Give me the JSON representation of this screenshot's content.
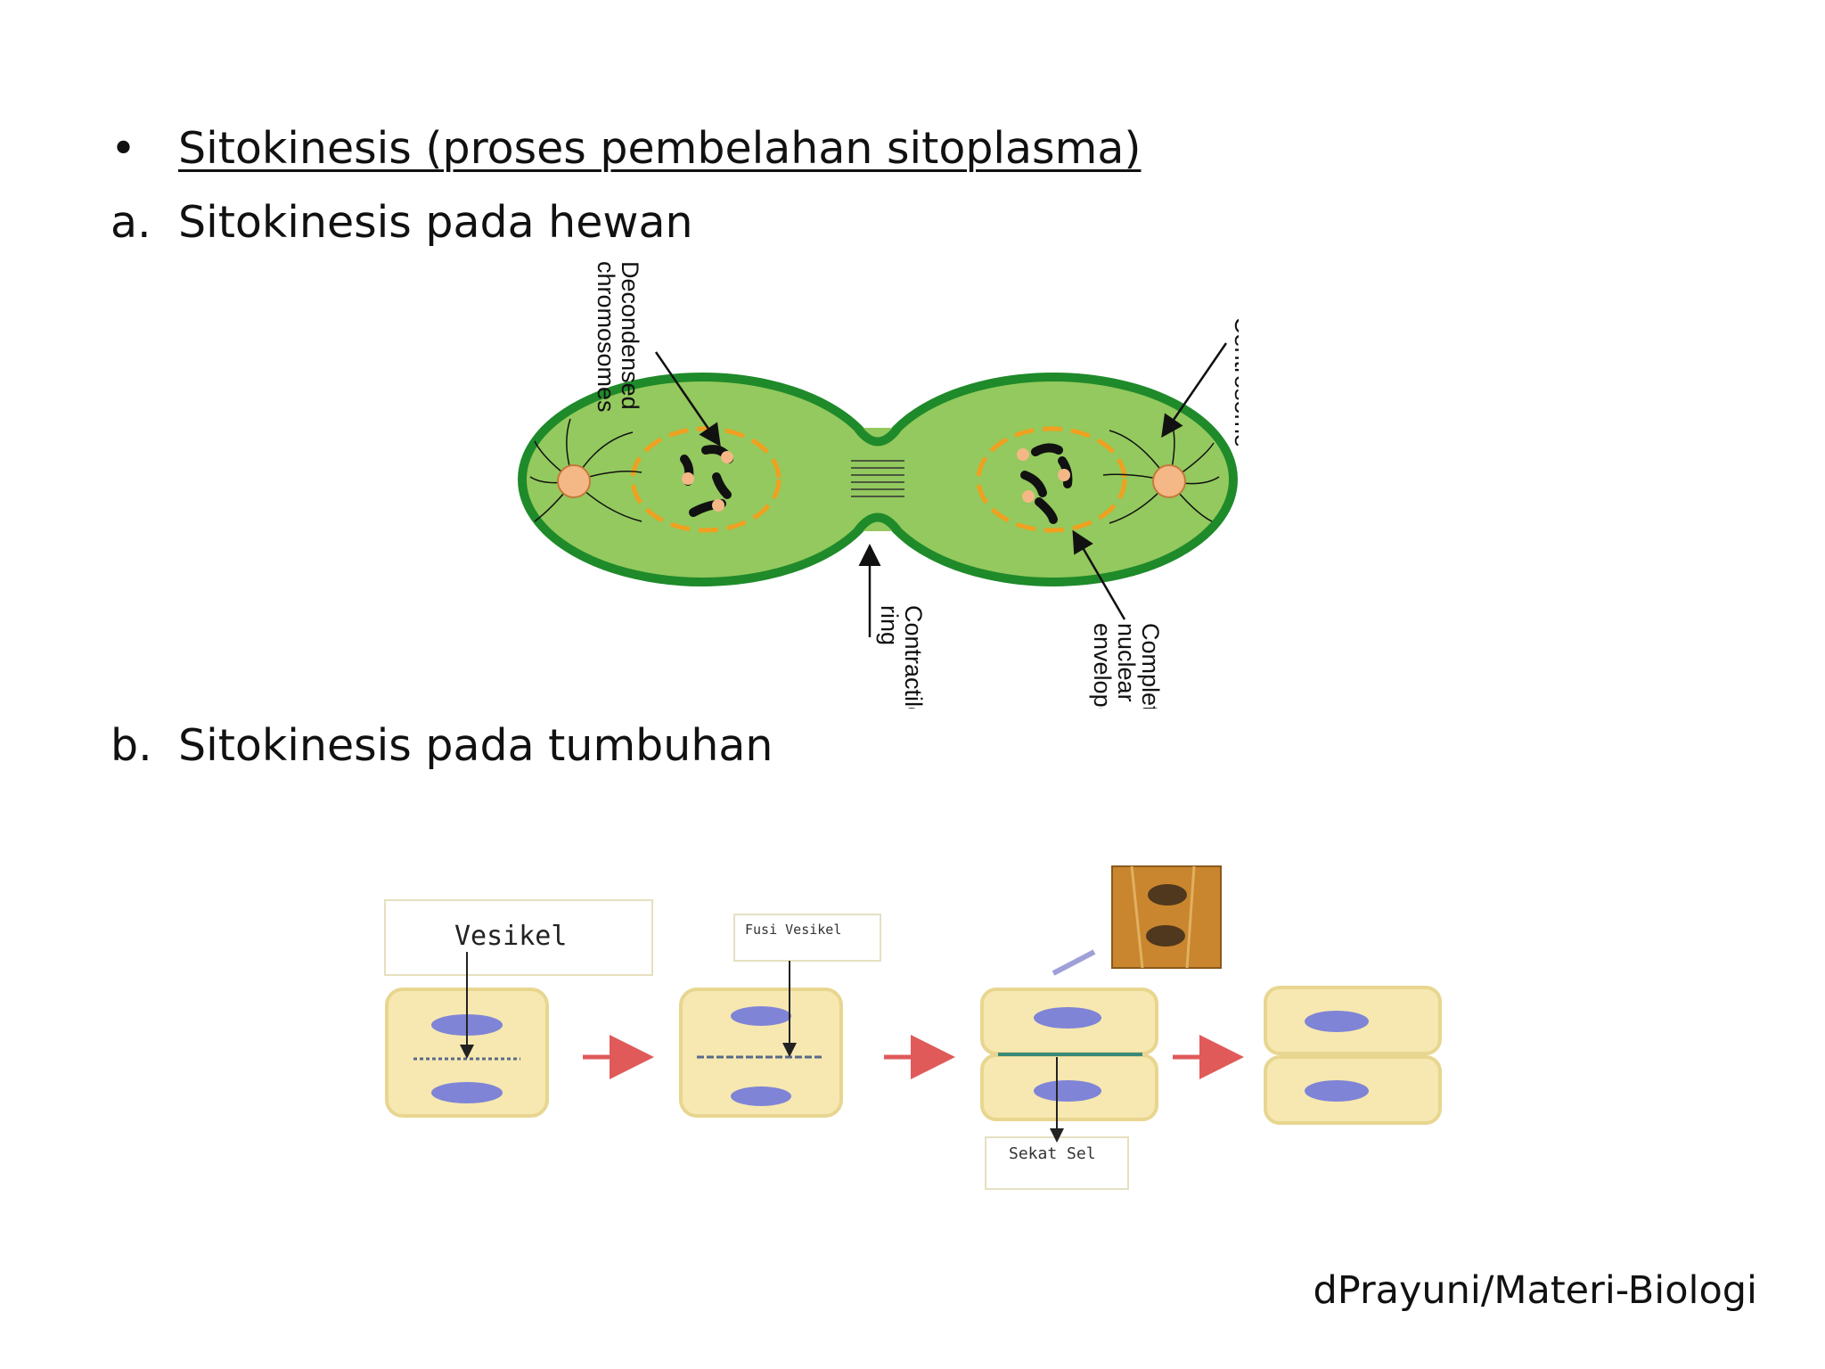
{
  "slide": {
    "heading": {
      "bullet": "•",
      "text": "Sitokinesis (proses pembelahan sitoplasma)"
    },
    "item_a": {
      "marker": "a.",
      "text": "Sitokinesis pada hewan"
    },
    "item_b": {
      "marker": "b.",
      "text": "Sitokinesis pada tumbuhan"
    },
    "footer": "dPrayuni/Materi-Biologi"
  },
  "animal_diagram": {
    "labels": {
      "decondensed_1": "Decondensed",
      "decondensed_2": "chromosomes",
      "centrosome": "Centrosome",
      "contractile_1": "Contractile",
      "contractile_2": "ring",
      "envelope_1": "Complete",
      "envelope_2": "nuclear",
      "envelope_3": "envelope"
    },
    "colors": {
      "cytoplasm": "#93c95e",
      "membrane": "#1f8a2a",
      "nuclear_envelope": "#f0a020",
      "centrosome": "#f4b887",
      "chromosome": "#111111"
    }
  },
  "plant_diagram": {
    "labels": {
      "vesikel": "Vesikel",
      "fusi_vesikel": "Fusi Vesikel",
      "sekat_sel": "Sekat Sel"
    },
    "colors": {
      "cell": "#f6e8b0",
      "nucleus": "#7f84d6",
      "arrow": "#e05a5a",
      "cell_plate": "#3a8a7a"
    }
  }
}
